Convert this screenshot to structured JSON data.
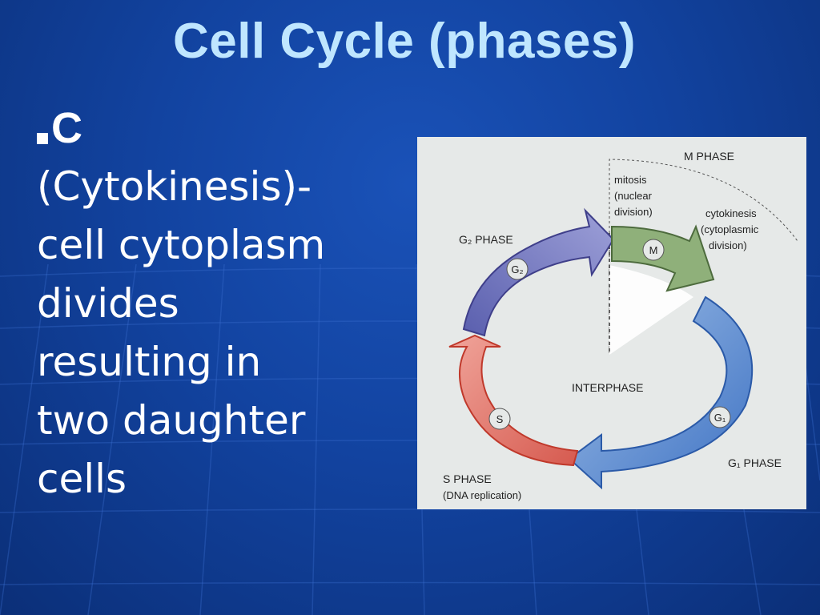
{
  "title": "Cell Cycle (phases)",
  "bullet": {
    "letter": "C",
    "lines": [
      "(Cytokinesis)-",
      "cell cytoplasm",
      "divides",
      "resulting in",
      "two daughter",
      "cells"
    ]
  },
  "diagram": {
    "m_phase": "M PHASE",
    "mitosis": [
      "mitosis",
      "(nuclear",
      "division)"
    ],
    "cytokinesis": [
      "cytokinesis",
      "(cytoplasmic",
      "division)"
    ],
    "g2_phase": "G₂ PHASE",
    "g2_badge": "G₂",
    "m_badge": "M",
    "interphase": "INTERPHASE",
    "s_badge": "S",
    "g1_badge": "G₁",
    "g1_phase": "G₁ PHASE",
    "s_phase": [
      "S PHASE",
      "(DNA replication)"
    ]
  },
  "colors": {
    "background": "#1243a0",
    "title": "#bfe6ff",
    "text": "#ffffff",
    "figure_bg": "#e6e9e8",
    "g2_arrow": "#7c7fc2",
    "m_arrow": "#8fb07a",
    "g1_arrow": "#6f9bd6",
    "s_arrow": "#e1877d"
  }
}
